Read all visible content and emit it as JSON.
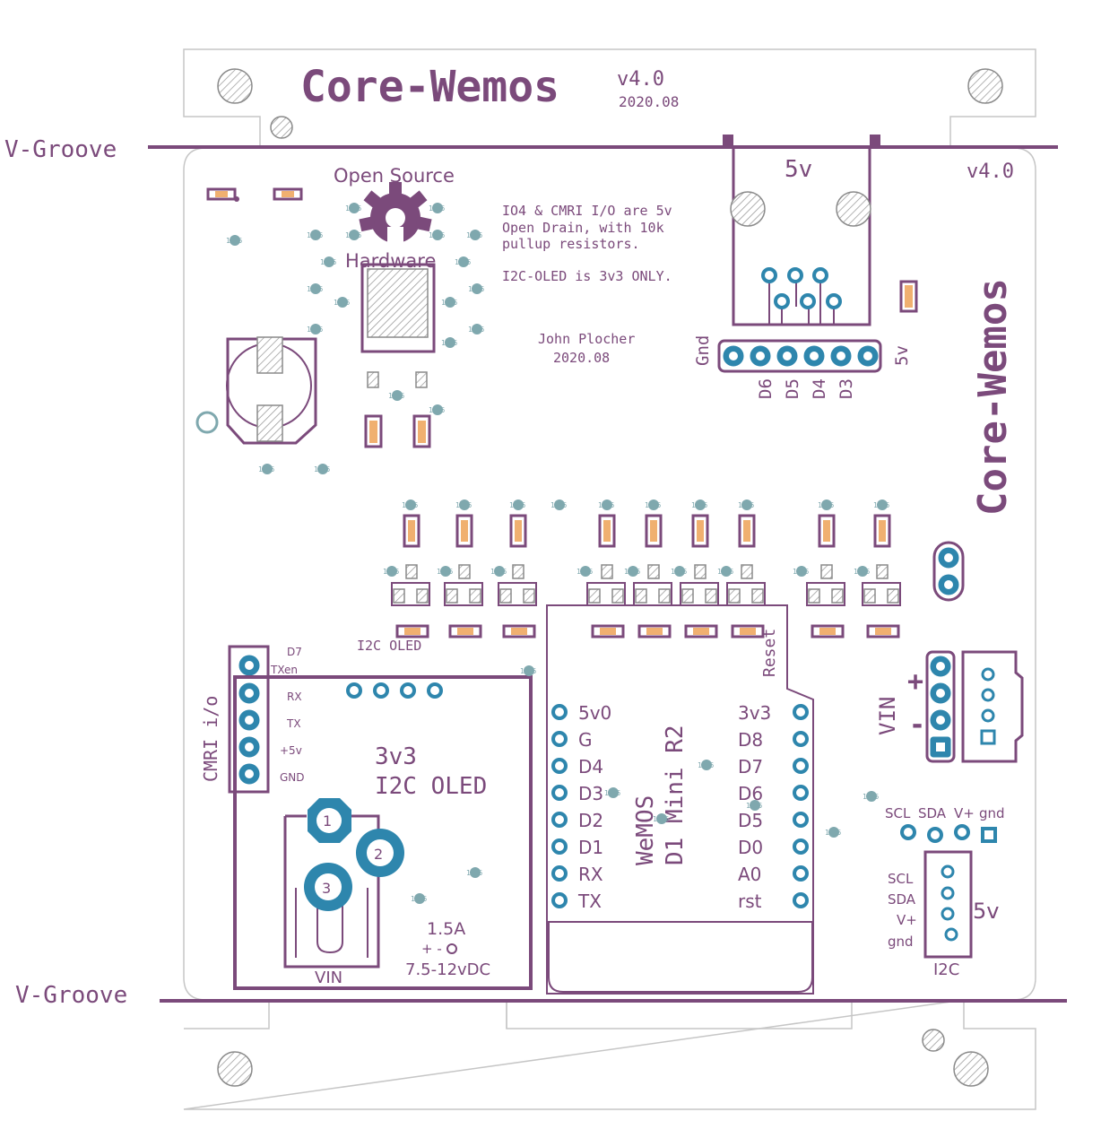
{
  "board": {
    "title": "Core-Wemos",
    "version": "v4.0",
    "date": "2020.08",
    "side_title": "Core-Wemos",
    "side_version": "v4.0",
    "v_groove": "V-Groove",
    "author": "John Plocher",
    "author_date": "2020.08",
    "open_source_top": "Open Source",
    "open_source_bottom": "Hardware",
    "note_lines": [
      "IO4 & CMRI I/O are 5v",
      "Open Drain, with 10k",
      "pullup resistors.",
      "I2C-OLED is 3v3 ONLY."
    ],
    "via_label": "1-16",
    "colors": {
      "silk": "#7b4a7b",
      "pad": "#2e86ad",
      "via": "#7fa8ae",
      "outline": "#c6c6c6"
    }
  },
  "rj_connector": {
    "label": "5v",
    "header_left": "Gnd",
    "header_right": "5v",
    "pins": [
      "D6",
      "D5",
      "D4",
      "D3"
    ]
  },
  "cmri": {
    "label": "CMRI i/o",
    "pins": [
      "D7",
      "TXen",
      "RX",
      "TX",
      "+5v",
      "GND"
    ]
  },
  "oled": {
    "i2c_label": "I2C OLED",
    "line1": "3v3",
    "line2": "I2C OLED"
  },
  "power": {
    "pin1": "1",
    "pin2": "2",
    "pin3": "3",
    "vin": "VIN",
    "current": "1.5A",
    "polarity": "+ -",
    "voltage": "7.5-12vDC"
  },
  "wemos": {
    "name_line1": "WeMOS",
    "name_line2": "D1 Mini R2",
    "reset": "Reset",
    "left_pins": [
      "5v0",
      "G",
      "D4",
      "D3",
      "D2",
      "D1",
      "RX",
      "TX"
    ],
    "right_pins": [
      "3v3",
      "D8",
      "D7",
      "D6",
      "D5",
      "D0",
      "A0",
      "rst"
    ]
  },
  "vin_terminal": {
    "label": "VIN",
    "plus": "+",
    "minus": "-"
  },
  "i2c": {
    "header_pins": [
      "SCL",
      "SDA",
      "V+",
      "gnd"
    ],
    "conn_pins": [
      "SCL",
      "SDA",
      "V+",
      "gnd"
    ],
    "voltage": "5v",
    "label": "I2C"
  }
}
